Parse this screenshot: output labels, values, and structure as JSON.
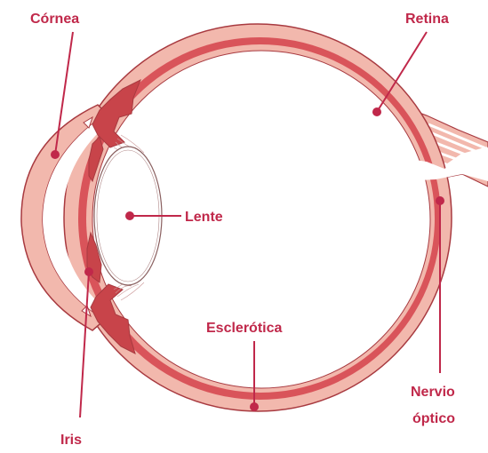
{
  "labels": {
    "cornea": "Córnea",
    "retina": "Retina",
    "lente": "Lente",
    "iris": "Iris",
    "esclerotica": "Esclerótica",
    "nervio_line1": "Nervio",
    "nervio_line2": "óptico"
  },
  "colors": {
    "accent": "#c0284a",
    "sclera": "#f2b8ad",
    "sclera_edge": "#a83a40",
    "choroid": "#d9545a",
    "iris": "#c8444a",
    "lens_fill": "#ffffff"
  },
  "icons": {
    "marker": "dot-marker"
  }
}
